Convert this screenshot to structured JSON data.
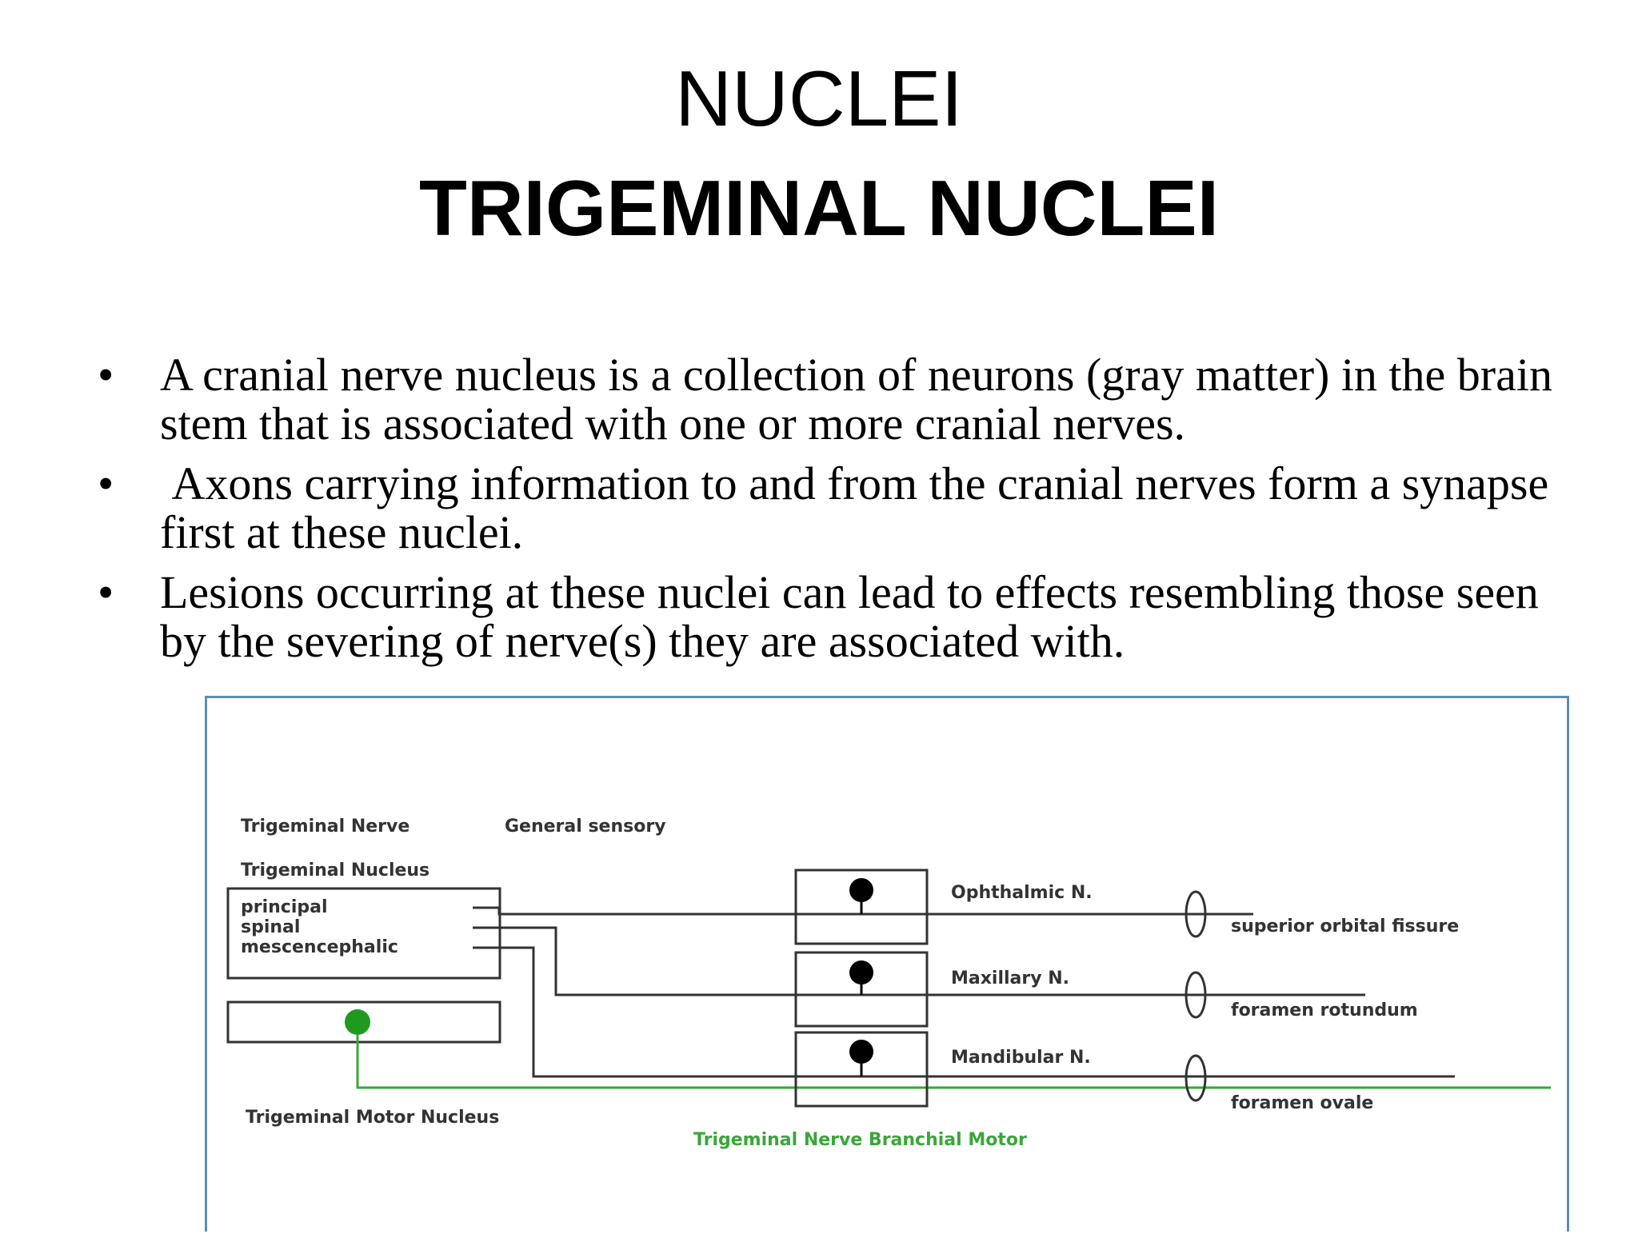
{
  "slide": {
    "title": "NUCLEI",
    "subtitle": "TRIGEMINAL NUCLEI",
    "bullets": [
      "A cranial nerve nucleus is a collection of neurons (gray matter) in the brain stem that is associated with one or more cranial nerves.",
      " Axons carrying information to and from the cranial nerves form a synapse first at these nuclei.",
      "Lesions occurring at these nuclei can lead to effects resembling those seen by the severing of nerve(s) they are associated with."
    ],
    "bullet_symbol": "•"
  },
  "diagram": {
    "header_left": "Trigeminal Nerve",
    "header_right": "General sensory",
    "nucleus_heading": "Trigeminal Nucleus",
    "nucleus_parts": [
      "principal",
      "spinal",
      "mescencephalic"
    ],
    "branches": [
      {
        "nerve": "Ophthalmic N.",
        "foramen": "superior orbital fissure"
      },
      {
        "nerve": "Maxillary N.",
        "foramen": "foramen rotundum"
      },
      {
        "nerve": "Mandibular N.",
        "foramen": "foramen ovale"
      }
    ],
    "motor_nucleus": "Trigeminal Motor Nucleus",
    "motor_label": "Trigeminal Nerve Branchial Motor",
    "colors": {
      "line": "#333333",
      "motor": "#3aa63a",
      "frame": "#5b8fb3"
    }
  }
}
